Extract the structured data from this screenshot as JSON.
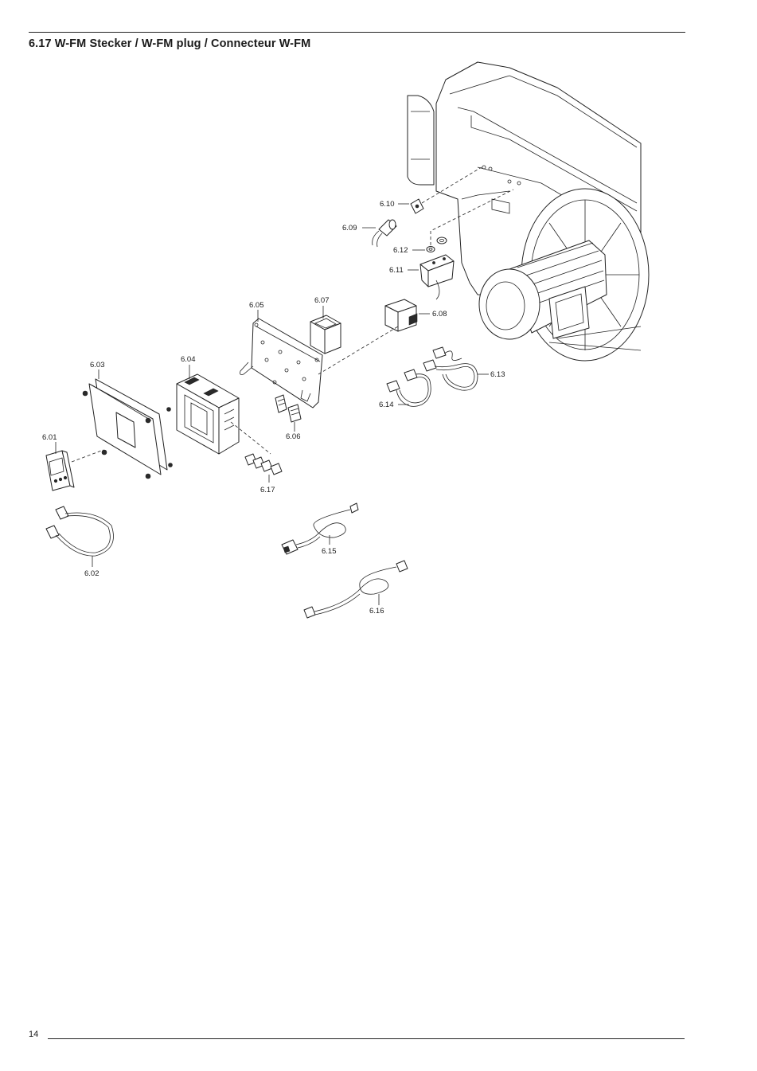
{
  "page": {
    "title": "6.17 W-FM Stecker / W-FM plug / Connecteur W-FM",
    "page_number": "14"
  },
  "diagram": {
    "labels": {
      "p601": "6.01",
      "p602": "6.02",
      "p603": "6.03",
      "p604": "6.04",
      "p605": "6.05",
      "p606": "6.06",
      "p607": "6.07",
      "p608": "6.08",
      "p609": "6.09",
      "p610": "6.10",
      "p611": "6.11",
      "p612": "6.12",
      "p613": "6.13",
      "p614": "6.14",
      "p615": "6.15",
      "p616": "6.16",
      "p617": "6.17"
    }
  }
}
